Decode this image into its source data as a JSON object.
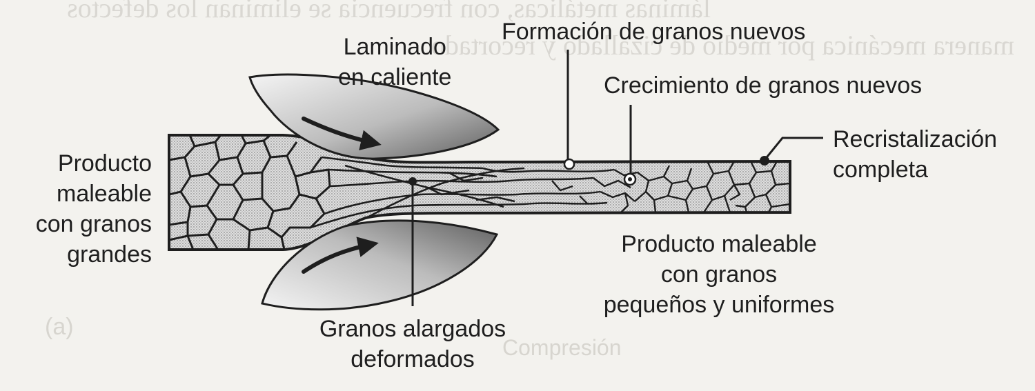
{
  "labels": {
    "hot_rolling": [
      "Laminado",
      "en caliente"
    ],
    "new_grains_formation": "Formación de granos nuevos",
    "new_grains_growth": "Crecimiento de granos nuevos",
    "recrystallization": [
      "Recristalización",
      "completa"
    ],
    "large_grains_product": [
      "Producto",
      "maleable",
      "con granos",
      "grandes"
    ],
    "elongated_grains": [
      "Granos alargados",
      "deformados"
    ],
    "small_grains_product": [
      "Producto maleable",
      "con granos",
      "pequeños y uniformes"
    ]
  },
  "background_text": {
    "line1": "láminas metálicas, con frecuencia se eliminan los defectos",
    "line2": "manera mecánica por medio de cizallado y recortado.",
    "panel": "(a)",
    "caption": "Compresión"
  },
  "colors": {
    "ink": "#1e1e1e",
    "paper": "#f3f2ee",
    "stipple": "#b9b9b9",
    "roller_light": "#efefef",
    "roller_dark": "#6c6c6c",
    "ghost": "#d7d5cf"
  }
}
